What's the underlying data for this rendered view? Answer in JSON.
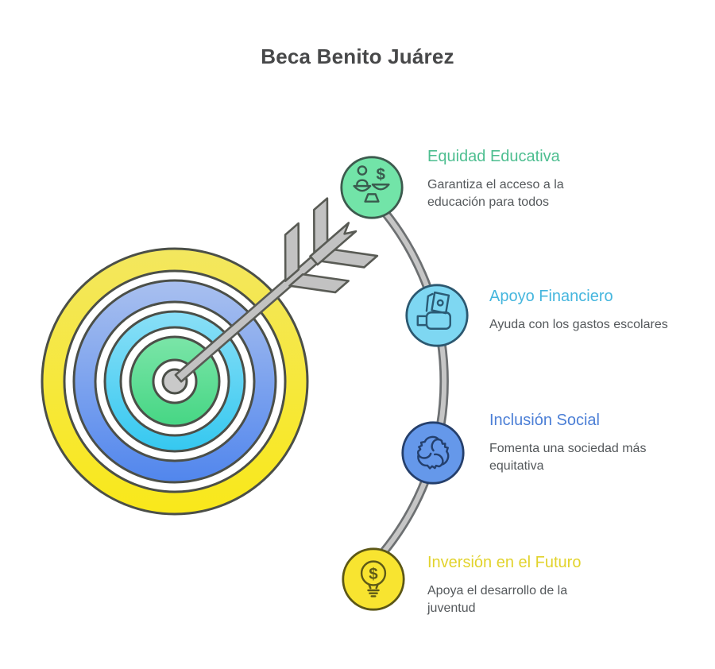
{
  "header": {
    "title": "Beca Benito Juárez",
    "color": "#474849"
  },
  "items": [
    {
      "title": "Equidad Educativa",
      "description": "Garantiza el acceso a la educación para todos",
      "accent": "#4dbe90",
      "circle_fill": "#72e4a8",
      "circle_border": "#3d5a4e",
      "icon_color": "#3a5b4e",
      "icon": "balance-scale-person-dollar-icon"
    },
    {
      "title": "Apoyo Financiero",
      "description": "Ayuda con los gastos escolares",
      "accent": "#45b6de",
      "circle_fill": "#7ed7f2",
      "circle_border": "#2c5870",
      "icon_color": "#2b5b75",
      "icon": "hand-holding-money-icon"
    },
    {
      "title": "Inclusión Social",
      "description": "Fomenta una sociedad más equitativa",
      "accent": "#4c7fd6",
      "circle_fill": "#6598ea",
      "circle_border": "#253f6b",
      "icon_color": "#24406e",
      "icon": "hands-together-icon"
    },
    {
      "title": "Inversión en el Futuro",
      "description": "Apoya el desarrollo de la juventud",
      "accent": "#e2d32d",
      "circle_fill": "#f8e430",
      "circle_border": "#5c5716",
      "icon_color": "#5e5a17",
      "icon": "lightbulb-dollar-icon"
    }
  ],
  "description_color": "#54585b",
  "illustration": {
    "name": "bullseye-target-with-arrow",
    "ring_colors": {
      "outer_ring": "#f6e83a",
      "second_ring": "#6f9cee",
      "third_ring": "#55d2f2",
      "center_disc": "#55dc90",
      "bullseye": "#c9c9c9"
    },
    "arrow_color": "#c2c2c2",
    "connector_color": "#c6c6c6",
    "outline_color": "#4b4f48"
  }
}
